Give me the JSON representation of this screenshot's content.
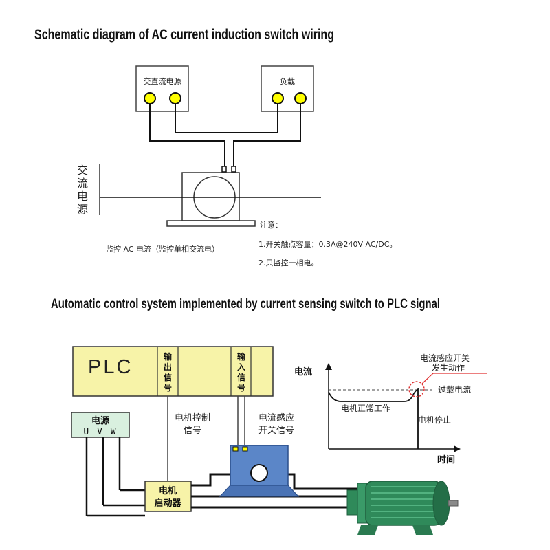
{
  "titles": {
    "top": "Schematic diagram of AC current induction switch wiring",
    "bottom": "Automatic control system implemented by current sensing switch to PLC signal"
  },
  "top_diagram": {
    "power_box": "交直流电源",
    "load_box": "负载",
    "ac_source": [
      "交",
      "流",
      "电",
      "源"
    ],
    "monitor_caption": "监控 AC 电流（监控单相交流电）",
    "notes_title": "注意：",
    "note_1": "1.开关触点容量：0.3A@240V AC/DC。",
    "note_2": "2.只监控一相电。"
  },
  "bottom_diagram": {
    "plc_label": "PLC",
    "plc_output": [
      "输",
      "出",
      "信",
      "号"
    ],
    "plc_input": [
      "输",
      "入",
      "信",
      "号"
    ],
    "power_label": "电源",
    "power_phases": "U V W",
    "motor_signal": [
      "电机控制",
      "信号"
    ],
    "sensor_signal": [
      "电流感应",
      "开关信号"
    ],
    "starter": [
      "电机",
      "启动器"
    ]
  },
  "graph": {
    "ylabel": "电流",
    "xlabel": "时间",
    "normal": "电机正常工作",
    "stop": "电机停止",
    "overload": "过载电流",
    "trigger": [
      "电流感应开关",
      "发生动作"
    ]
  },
  "colors": {
    "plc_fill": "#f7f3a8",
    "power_fill": "#d9f0df",
    "starter_fill": "#f7f3a8",
    "sensor_blue": "#5b86c8",
    "motor_green": "#2f8a5a",
    "terminal_yellow": "#ffff00",
    "trigger_red": "#e03030"
  }
}
